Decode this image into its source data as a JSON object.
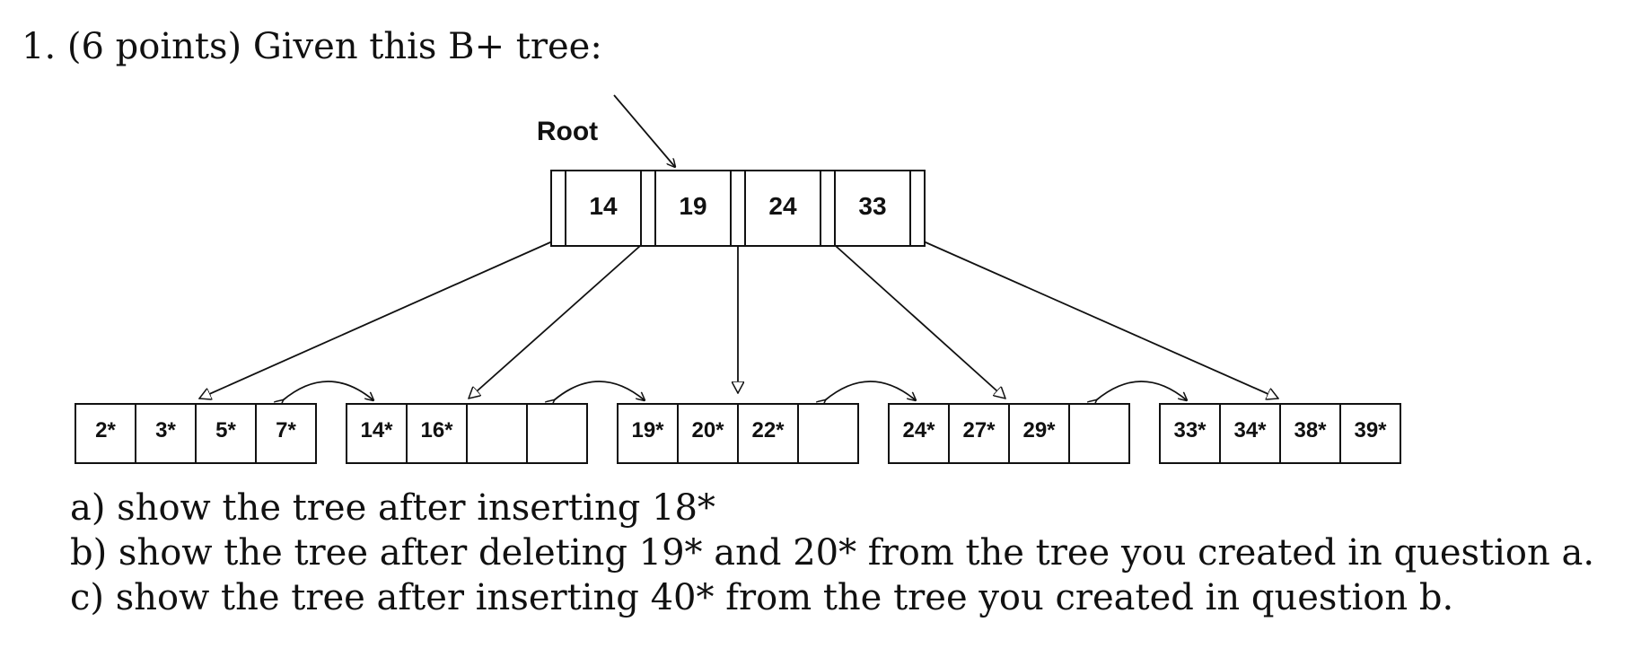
{
  "question": {
    "title": "1. (6 points)  Given this B+ tree:",
    "parts": [
      "a) show the tree after inserting 18*",
      "b) show the tree after deleting 19* and 20* from the tree you created in question a.",
      "c) show the tree after inserting 40* from the tree you created in question b."
    ]
  },
  "tree": {
    "root_label": "Root",
    "root_keys": [
      "14",
      "19",
      "24",
      "33"
    ],
    "leaves": [
      [
        "2*",
        "3*",
        "5*",
        "7*"
      ],
      [
        "14*",
        "16*",
        "",
        ""
      ],
      [
        "19*",
        "20*",
        "22*",
        ""
      ],
      [
        "24*",
        "27*",
        "29*",
        ""
      ],
      [
        "33*",
        "34*",
        "38*",
        "39*"
      ]
    ]
  }
}
